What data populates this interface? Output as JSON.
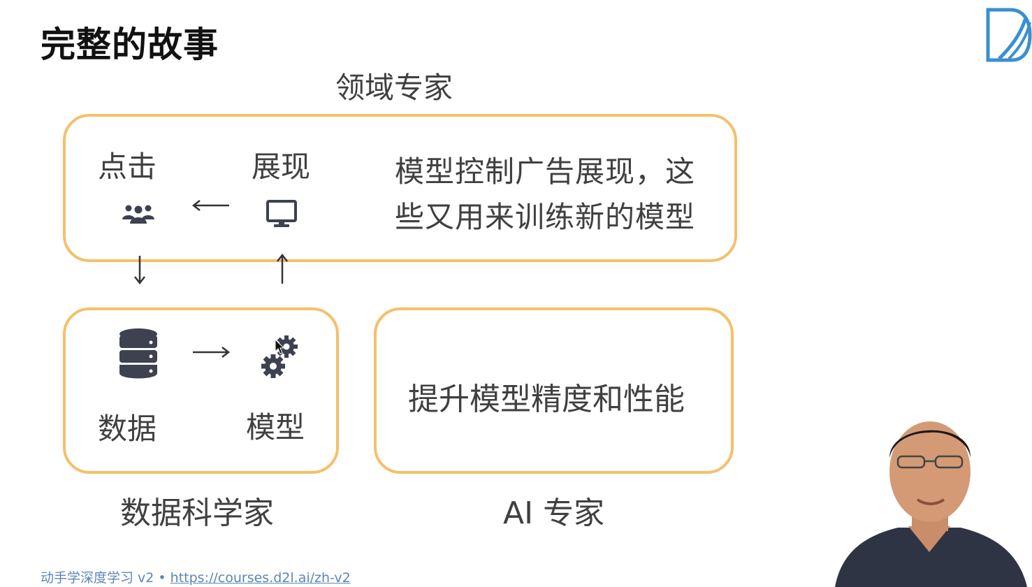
{
  "slide": {
    "title": "完整的故事",
    "heading_top": "领域专家",
    "click_label": "点击",
    "show_label": "展现",
    "description_line1": "模型控制广告展现，这",
    "description_line2": "些又用来训练新的模型",
    "data_label": "数据",
    "model_label": "模型",
    "improve_text": "提升模型精度和性能",
    "data_scientist_label": "数据科学家",
    "ai_expert_label": "AI 专家"
  },
  "footer": {
    "course": "动手学深度学习 v2 • ",
    "url": "https://courses.d2l.ai/zh-v2"
  },
  "icons": {
    "users": "users-icon",
    "monitor": "monitor-icon",
    "database": "database-icon",
    "gears": "gears-icon",
    "arrows": [
      "arrow-left-icon",
      "arrow-down-icon",
      "arrow-up-icon",
      "arrow-right-icon"
    ],
    "logo": "d2l-logo"
  },
  "colors": {
    "box_border": "#f5c06a",
    "text": "#404040",
    "title": "#111111",
    "link": "#5a86b6",
    "logo": "#3a8fd0"
  }
}
